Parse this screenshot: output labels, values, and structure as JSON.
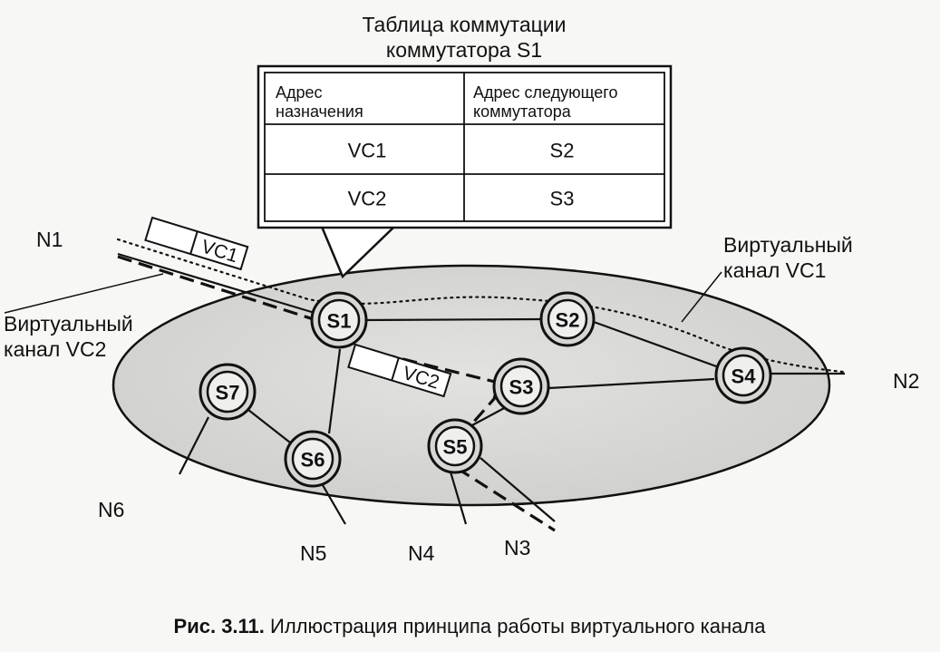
{
  "table": {
    "title_line1": "Таблица коммутации",
    "title_line2": "коммутатора S1",
    "header_col1_line1": "Адрес",
    "header_col1_line2": "назначения",
    "header_col2_line1": "Адрес следующего",
    "header_col2_line2": "коммутатора",
    "rows": [
      {
        "dest": "VC1",
        "next": "S2"
      },
      {
        "dest": "VC2",
        "next": "S3"
      }
    ]
  },
  "nodes": {
    "s1": "S1",
    "s2": "S2",
    "s3": "S3",
    "s4": "S4",
    "s5": "S5",
    "s6": "S6",
    "s7": "S7"
  },
  "networks": {
    "n1": "N1",
    "n2": "N2",
    "n3": "N3",
    "n4": "N4",
    "n5": "N5",
    "n6": "N6"
  },
  "packets": {
    "p1": "VC1",
    "p2": "VC2"
  },
  "labels": {
    "vc1_line1": "Виртуальный",
    "vc1_line2": "канал VC1",
    "vc2_line1": "Виртуальный",
    "vc2_line2": "канал VC2"
  },
  "caption": {
    "bold": "Рис. 3.11.",
    "text": " Иллюстрация принципа работы виртуального канала"
  }
}
